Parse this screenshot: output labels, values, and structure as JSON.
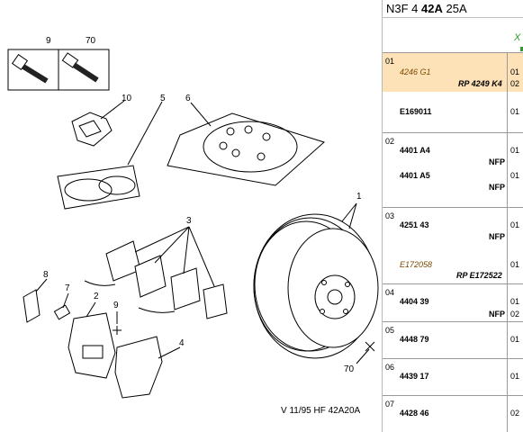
{
  "diagram": {
    "labels": {
      "p9_top": "9",
      "p70_top": "70",
      "p10": "10",
      "p5": "5",
      "p6": "6",
      "p3": "3",
      "p1": "1",
      "p8": "8",
      "p7": "7",
      "p2": "2",
      "p9": "9",
      "p4": "4",
      "p70": "70"
    },
    "caption": "V 11/95 HF 42A20A"
  },
  "panel": {
    "header": {
      "part1": "N3F 4 ",
      "part2": "42A",
      "part3": " 25A"
    },
    "sub": {
      "mark": "X"
    },
    "groups": [
      {
        "num": "01",
        "lines": [
          {
            "ref": "4246 G1",
            "italic": true,
            "qty": "01"
          },
          {
            "sub": "RP 4249 K4",
            "italic": true,
            "qty": "02"
          },
          {
            "ref": "E169011",
            "italic": false,
            "qty": "01"
          }
        ]
      },
      {
        "num": "02",
        "lines": [
          {
            "ref": "4401 A4",
            "qty": "01"
          },
          {
            "sub": "NFP"
          },
          {
            "ref": "4401 A5",
            "qty": "01"
          },
          {
            "sub": "NFP"
          }
        ]
      },
      {
        "num": "03",
        "lines": [
          {
            "ref": "4251 43",
            "qty": "01"
          },
          {
            "sub": "NFP"
          },
          {
            "ref": "E172058",
            "italic": true,
            "qty": "01"
          },
          {
            "sub": "RP E172522",
            "italic": true
          }
        ]
      },
      {
        "num": "04",
        "lines": [
          {
            "ref": "4404 39",
            "qty": "01"
          },
          {
            "sub": "NFP",
            "qty": "02"
          }
        ]
      },
      {
        "num": "05",
        "lines": [
          {
            "ref": "4448 79",
            "qty": "01"
          }
        ]
      },
      {
        "num": "06",
        "lines": [
          {
            "ref": "4439 17",
            "qty": "01"
          }
        ]
      },
      {
        "num": "07",
        "lines": [
          {
            "ref": "4428 46",
            "qty": "02"
          }
        ]
      }
    ]
  }
}
